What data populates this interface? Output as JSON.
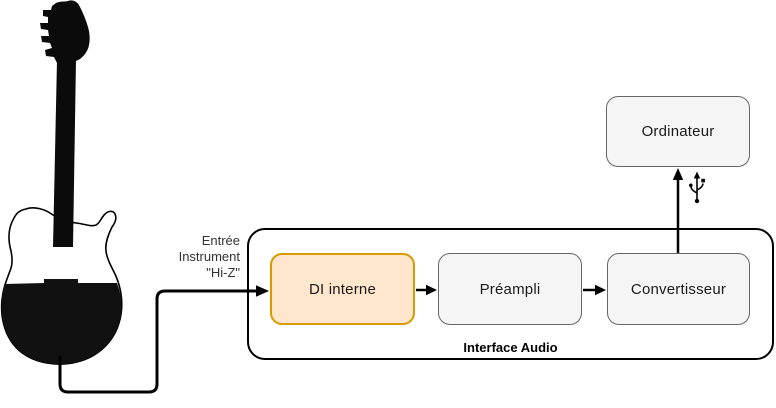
{
  "diagram": {
    "annotation": {
      "lines": [
        "Entrée",
        "Instrument",
        "\"Hi-Z\""
      ]
    },
    "container": {
      "label": "Interface Audio"
    },
    "nodes": {
      "di_interne": {
        "label": "DI interne"
      },
      "preampli": {
        "label": "Préampli"
      },
      "convertisseur": {
        "label": "Convertisseur"
      },
      "ordinateur": {
        "label": "Ordinateur"
      }
    },
    "icons": {
      "guitar": "electric-guitar-icon",
      "usb": "usb-icon"
    },
    "colors": {
      "background": "#FFFFFF",
      "highlight_node_fill": "#FFE6CC",
      "highlight_node_stroke": "#D79B00",
      "node_fill": "#F5F5F5",
      "node_stroke": "#666666",
      "container_stroke": "#000000",
      "connector": "#000000",
      "text": "#1A1A1A"
    }
  }
}
